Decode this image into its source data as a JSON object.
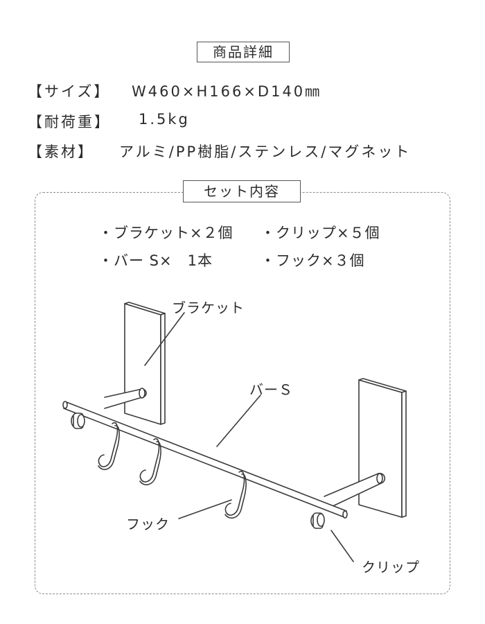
{
  "details": {
    "title": "商品詳細",
    "specs": [
      {
        "label": "【サイズ】",
        "value": "W460×H166×D140㎜"
      },
      {
        "label": "【耐荷重】",
        "value": "1.5kg"
      },
      {
        "label": "【素材】",
        "value": "アルミ/PP樹脂/ステンレス/マグネット"
      }
    ]
  },
  "set_contents": {
    "title": "セット内容",
    "items": [
      "・ブラケット×２個",
      "・クリップ×５個",
      "・バー S×　1本",
      "・フック×３個"
    ]
  },
  "diagram_labels": {
    "bracket": "ブラケット",
    "bar": "バーＳ",
    "hook": "フック",
    "clip": "クリップ"
  }
}
